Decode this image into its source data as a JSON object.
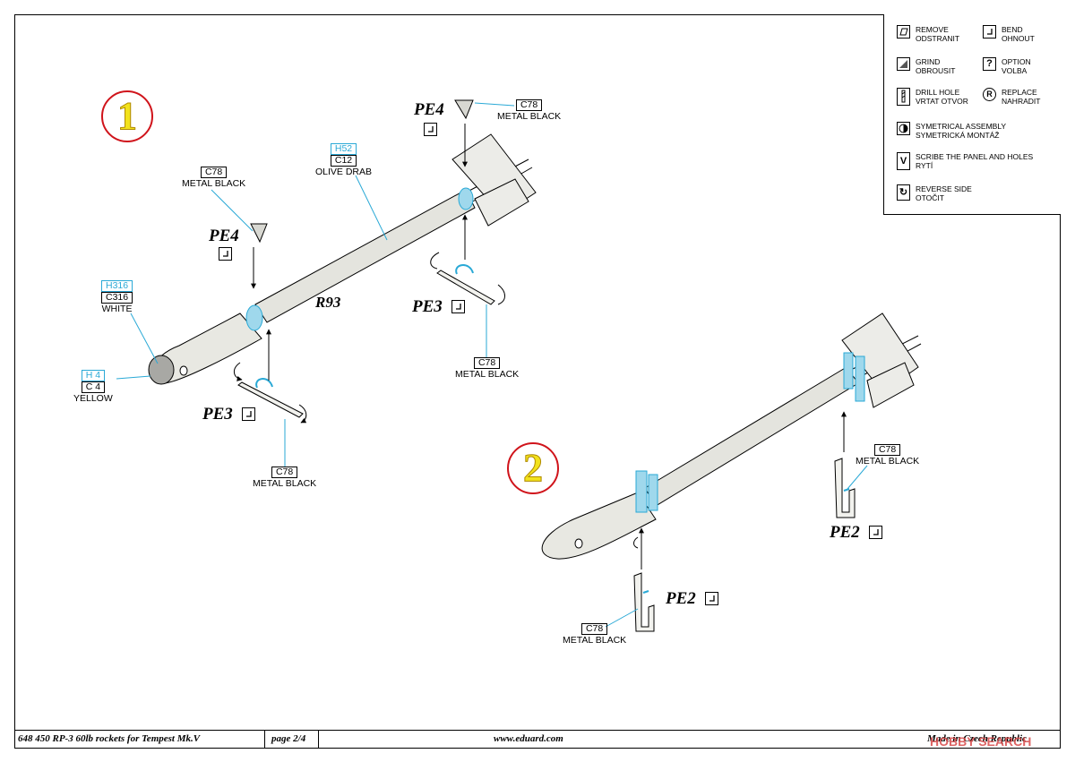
{
  "legend": {
    "items": [
      {
        "icon": "remove-icon",
        "text": "REMOVE\nODSTRANIT"
      },
      {
        "icon": "bend-icon",
        "text": "BEND\nOHNOUT"
      },
      {
        "icon": "grind-icon",
        "text": "GRIND\nOBROUSIT"
      },
      {
        "icon": "option-icon",
        "symbol": "?",
        "text": "OPTION\nVOLBA"
      },
      {
        "icon": "drill-hole-icon",
        "text": "DRILL HOLE\nVRTAT OTVOR"
      },
      {
        "icon": "replace-icon",
        "symbol": "R",
        "text": "REPLACE\nNAHRADIT"
      },
      {
        "icon": "symmetrical-assembly-icon",
        "text": "SYMETRICAL ASSEMBLY\nSYMETRICKÁ MONTÁŽ"
      },
      {
        "icon": "scribe-icon",
        "symbol": "V",
        "text": "SCRIBE THE PANEL AND HOLES\nRYTÍ"
      },
      {
        "icon": "reverse-side-icon",
        "symbol": "↻",
        "text": "REVERSE SIDE\nOTOČIT"
      }
    ]
  },
  "steps": {
    "step1": "1",
    "step2": "2"
  },
  "parts": {
    "r93": "R93",
    "pe4": "PE4",
    "pe3": "PE3",
    "pe2": "PE2"
  },
  "callouts": {
    "c78": "C78",
    "metal_black": "METAL BLACK",
    "h52": "H52",
    "c12": "C12",
    "olive_drab": "OLIVE DRAB",
    "h316": "H316",
    "c316": "C316",
    "white": "WHITE",
    "h4": "H 4",
    "c4": "C 4",
    "yellow": "YELLOW"
  },
  "footer": {
    "product": "648 450  RP-3 60lb rockets for Tempest Mk.V",
    "page": "page 2/4",
    "url": "www.eduard.com",
    "made_in": "Made in Czech Republic"
  },
  "watermark": "HOBBY SEARCH",
  "colors": {
    "accent_blue": "#2aa9d6",
    "step_circle": "#d0141b",
    "step_number": "#f2e21c",
    "part_fill": "#e2e2dc"
  }
}
